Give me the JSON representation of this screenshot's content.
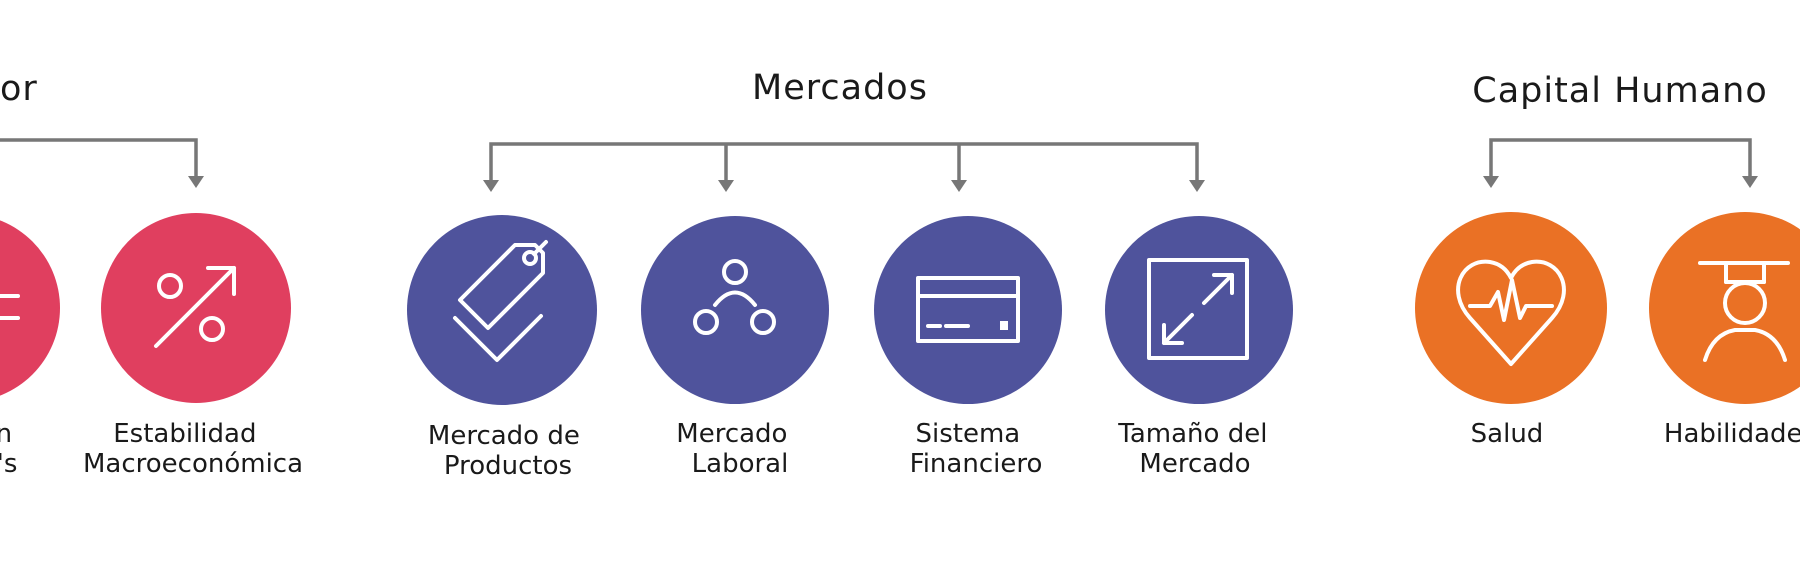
{
  "colors": {
    "red": "#e03f5f",
    "blue": "#4f539c",
    "orange": "#ea7125",
    "connector": "#777777",
    "text": "#1a1a1a"
  },
  "groups": [
    {
      "title": "or",
      "nodes": [
        {
          "label_lines": [
            "ón",
            "C's"
          ],
          "color": "red",
          "icon": "equals-icon"
        },
        {
          "label_lines": [
            "Estabilidad",
            "Macroeconómica"
          ],
          "color": "red",
          "icon": "growth-percent-icon"
        }
      ]
    },
    {
      "title": "Mercados",
      "nodes": [
        {
          "label_lines": [
            "Mercado de",
            "Productos"
          ],
          "color": "blue",
          "icon": "price-tag-icon"
        },
        {
          "label_lines": [
            "Mercado",
            "Laboral"
          ],
          "color": "blue",
          "icon": "people-network-icon"
        },
        {
          "label_lines": [
            "Sistema",
            "Financiero"
          ],
          "color": "blue",
          "icon": "credit-card-icon"
        },
        {
          "label_lines": [
            "Tamaño del",
            "Mercado"
          ],
          "color": "blue",
          "icon": "expand-icon"
        }
      ]
    },
    {
      "title": "Capital Humano",
      "nodes": [
        {
          "label_lines": [
            "Salud"
          ],
          "color": "orange",
          "icon": "heart-pulse-icon"
        },
        {
          "label_lines": [
            "Habilidades"
          ],
          "color": "orange",
          "icon": "graduate-icon"
        }
      ]
    }
  ]
}
